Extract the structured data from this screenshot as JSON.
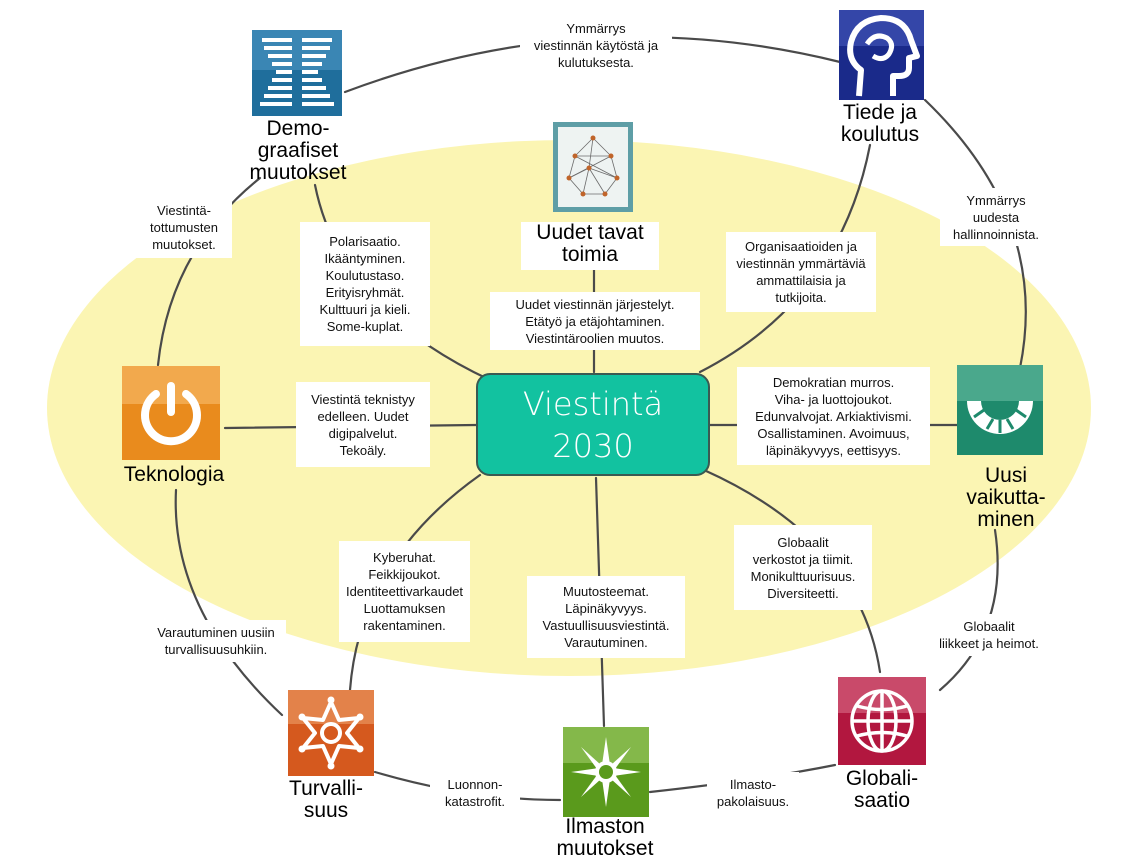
{
  "center": {
    "title": "Viestintä\n2030"
  },
  "nodes": {
    "uudet_tavat": {
      "label": "Uudet tavat\ntoimia",
      "icon": "network-graph-icon"
    },
    "demografiset": {
      "label": "Demo-\ngraafiset\nmuutokset",
      "icon": "demographic-bars-icon"
    },
    "tiede": {
      "label": "Tiede ja\nkoulutus",
      "icon": "human-head-icon"
    },
    "teknologia": {
      "label": "Teknologia",
      "icon": "power-button-icon"
    },
    "uusi_vaikuttaminen": {
      "label": "Uusi\nvaikutta-\nminen",
      "icon": "semicircle-arc-icon"
    },
    "turvallisuus": {
      "label": "Turvalli-\nsuus",
      "icon": "sheriff-star-icon"
    },
    "ilmasto": {
      "label": "Ilmaston\nmuutokset",
      "icon": "sun-icon"
    },
    "globalisaatio": {
      "label": "Globali-\nsaatio",
      "icon": "globe-icon"
    }
  },
  "spokes": {
    "uudet_tavat": "Uudet viestinnän järjestelyt.\nEtätyö ja etäjohtaminen.\nViestintäroolien muutos.",
    "demografiset": "Polarisaatio.\nIkääntyminen.\nKoulutustaso.\nErityisryhmät.\nKulttuuri ja kieli.\nSome-kuplat.",
    "tiede": "Organisaatioiden ja\nviestinnän ymmärtäviä\nammattilaisia ja\ntutkijoita.",
    "teknologia": "Viestintä teknistyy\nedelleen. Uudet\ndigipalvelut.\nTekoäly.",
    "uusi_vaikuttaminen": "Demokratian murros.\nViha- ja luottojoukot.\nEdunvalvojat. Arkiaktivismi.\nOsallistaminen. Avoimuus,\nläpinäkyvyys, eettisyys.",
    "turvallisuus": "Kyberuhat.\nFeikkijoukot.\nIdentiteettivarkaudet\nLuottamuksen\nrakentaminen.",
    "ilmasto": "Muutosteemat.\nLäpinäkyvyys.\nVastuullisuusviestintä.\nVarautuminen.",
    "globalisaatio": "Globaalit\nverkostot ja tiimit.\nMonikulttuurisuus.\nDiversiteetti."
  },
  "ring": {
    "demografiset_tiede": "Ymmärrys\nviestinnän käytöstä ja\nkulutuksesta.",
    "tiede_uusi": "Ymmärrys\nuudesta\nhallinnoinnista.",
    "uusi_globali": "Globaalit\nliikkeet ja heimot.",
    "globali_ilmasto": "Ilmasto-\npakolaisuus.",
    "ilmasto_turva": "Luonnon-\nkatastrofit.",
    "turva_tekno": "Varautuminen uusiin\nturvallisuusuhkiin.",
    "tekno_demo": "Viestintä-\ntottumusten\nmuutokset."
  },
  "colors": {
    "ellipse": "#fbf5b3",
    "center": "#12c2a0",
    "demographic": "#1f6e9c",
    "science": "#1a2a8a",
    "network": "#5e9ea6",
    "technology": "#e98b1d",
    "influence": "#1e8a6c",
    "security": "#d5591e",
    "climate": "#5a9a1c",
    "globalization": "#b2173f"
  }
}
